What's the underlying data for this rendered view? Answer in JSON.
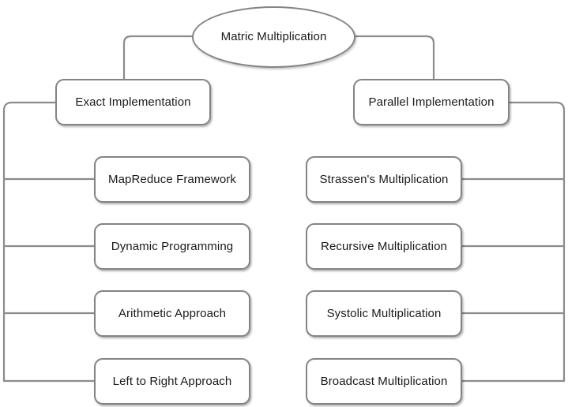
{
  "diagram": {
    "title": "Matric Multiplication",
    "type": "tree",
    "root": {
      "label": "Matric Multiplication",
      "shape": "ellipse"
    },
    "branches": [
      {
        "label": "Exact Implementation",
        "side": "left",
        "children": [
          {
            "label": "MapReduce Framework"
          },
          {
            "label": "Dynamic Programming"
          },
          {
            "label": "Arithmetic Approach"
          },
          {
            "label": "Left to Right Approach"
          }
        ]
      },
      {
        "label": "Parallel Implementation",
        "side": "right",
        "children": [
          {
            "label": "Strassen's Multiplication"
          },
          {
            "label": "Recursive Multiplication"
          },
          {
            "label": "Systolic Multiplication"
          },
          {
            "label": "Broadcast Multiplication"
          }
        ]
      }
    ],
    "colors": {
      "background": "#ffffff",
      "node_fill": "#ffffff",
      "node_border": "#848484",
      "edge": "#8c8c8c",
      "text": "#1a1a1a"
    }
  }
}
